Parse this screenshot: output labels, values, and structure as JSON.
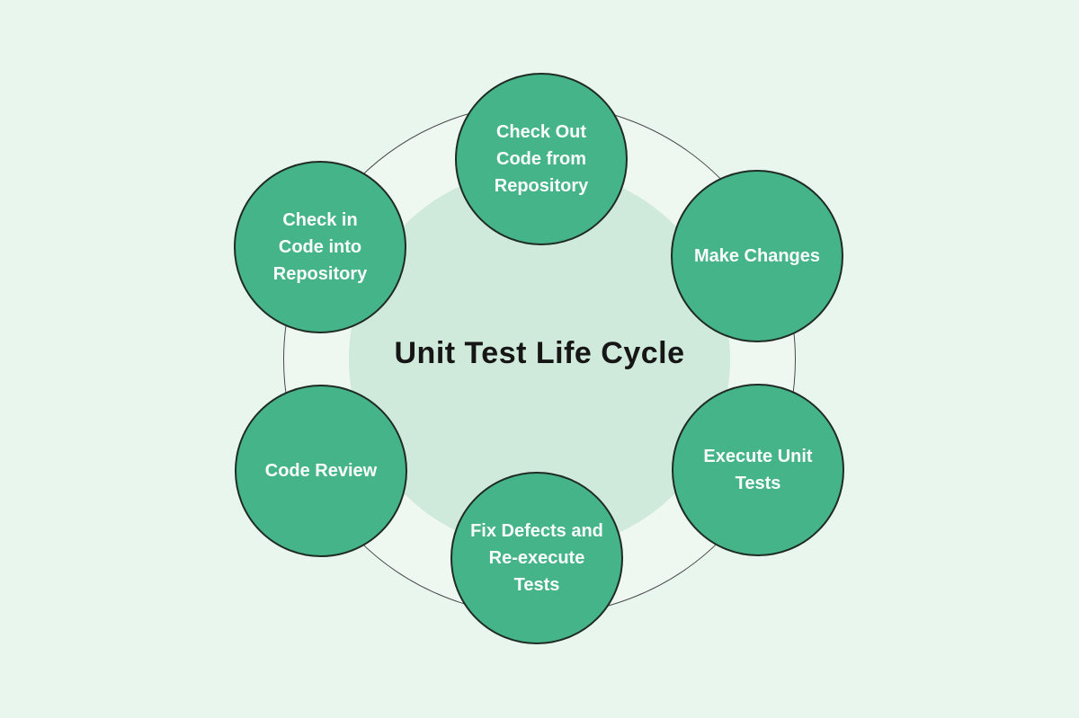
{
  "diagram": {
    "title": "Unit Test Life Cycle",
    "type": "circular-cycle",
    "colors": {
      "background": "#e8f6ee",
      "ring_fill": "#eef8f1",
      "ring_stroke": "#4a4a4a",
      "center_circle_fill": "#cfe9da",
      "node_fill": "#45b489",
      "node_border": "#1f2b25",
      "node_text": "#ffffff",
      "title_text": "#161616"
    },
    "nodes": [
      {
        "id": "check-out-code",
        "position": "top",
        "label": "Check Out\nCode from\nRepository"
      },
      {
        "id": "make-changes",
        "position": "top-right",
        "label": "Make Changes"
      },
      {
        "id": "execute-unit-tests",
        "position": "bottom-right",
        "label": "Execute Unit\nTests"
      },
      {
        "id": "fix-defects",
        "position": "bottom",
        "label": "Fix Defects and\nRe-execute\nTests"
      },
      {
        "id": "code-review",
        "position": "bottom-left",
        "label": "Code Review"
      },
      {
        "id": "check-in-code",
        "position": "top-left",
        "label": "Check in\nCode into\nRepository"
      }
    ]
  }
}
